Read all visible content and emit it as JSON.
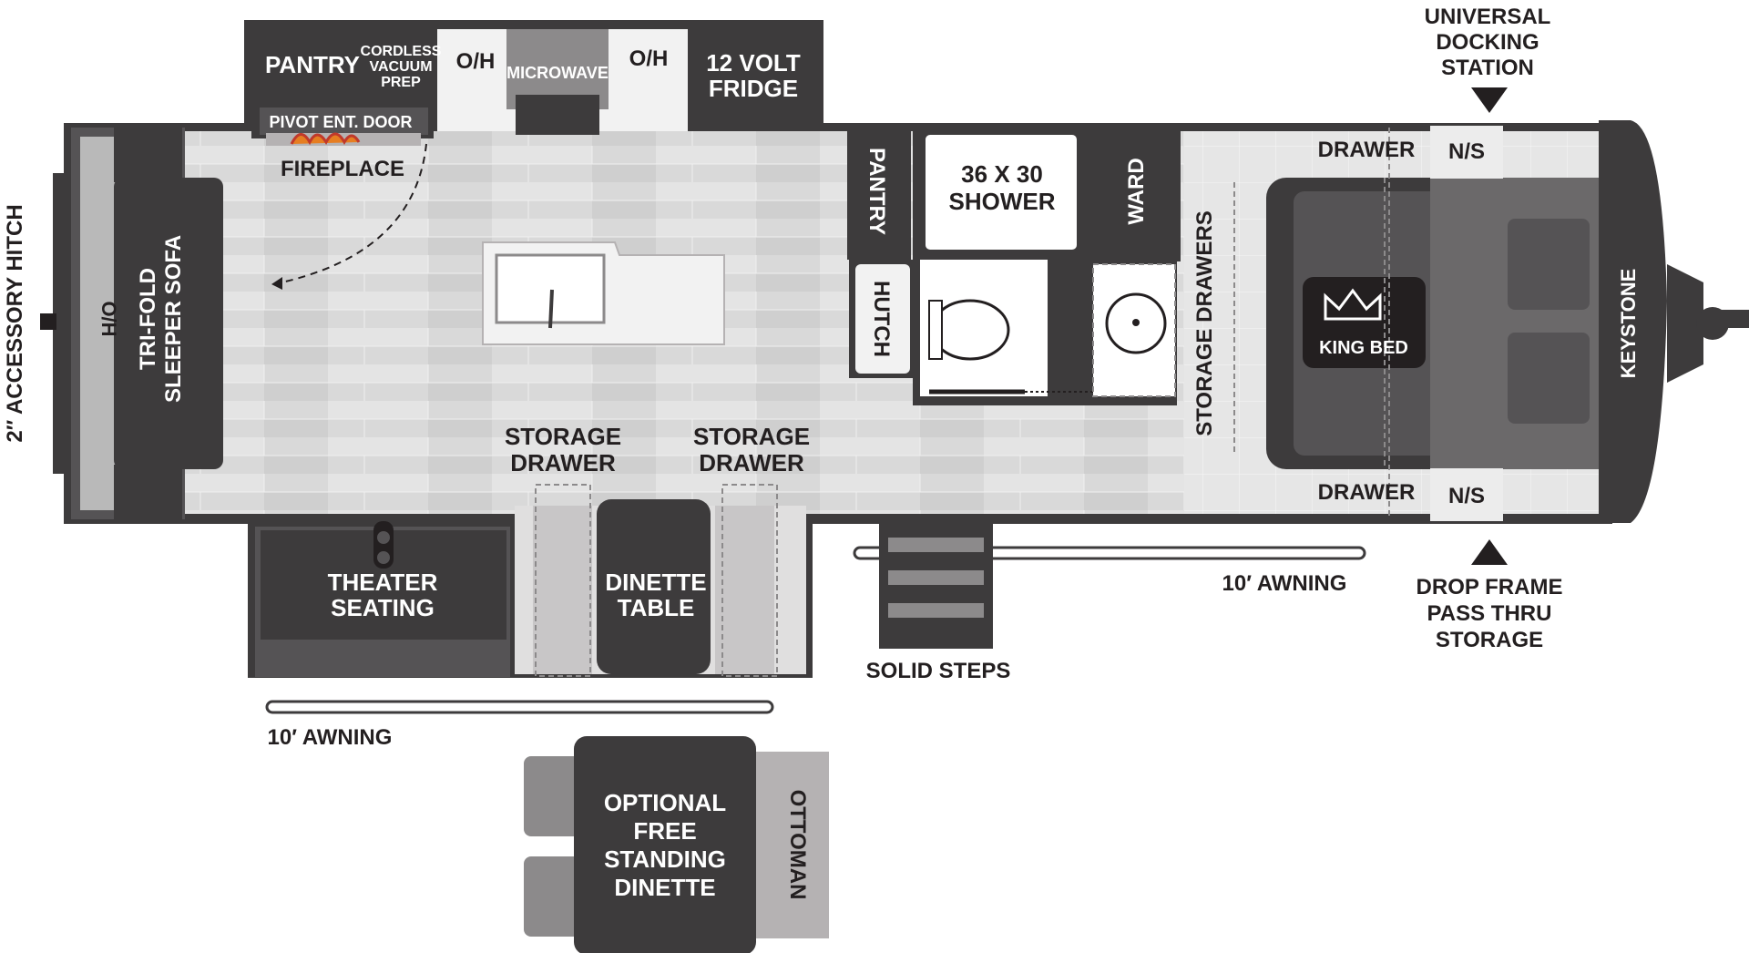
{
  "labels": {
    "universal_docking_1": "UNIVERSAL",
    "universal_docking_2": "DOCKING",
    "universal_docking_3": "STATION",
    "accessory_hitch": "2″ ACCESSORY HITCH",
    "pantry_top": "PANTRY",
    "cordless_1": "CORDLESS",
    "cordless_2": "VACUUM",
    "cordless_3": "PREP",
    "oh": "O/H",
    "microwave": "MICROWAVE",
    "fridge_1": "12 VOLT",
    "fridge_2": "FRIDGE",
    "pivot_door": "PIVOT ENT. DOOR",
    "fireplace": "FIREPLACE",
    "pantry_mid": "PANTRY",
    "hutch": "HUTCH",
    "shower_1": "36 X 30",
    "shower_2": "SHOWER",
    "ward": "WARD",
    "storage_drawers": "STORAGE DRAWERS",
    "drawer": "DRAWER",
    "ns": "N/S",
    "king_bed": "KING BED",
    "brand": "KEYSTONE",
    "sofa_1": "TRI-FOLD",
    "sofa_2": "SLEEPER SOFA",
    "storage_drawer_1": "STORAGE",
    "storage_drawer_2": "DRAWER",
    "theater_1": "THEATER",
    "theater_2": "SEATING",
    "dinette_1": "DINETTE",
    "dinette_2": "TABLE",
    "awning": "10′ AWNING",
    "solid_steps": "SOLID STEPS",
    "drop_1": "DROP FRAME",
    "drop_2": "PASS THRU",
    "drop_3": "STORAGE",
    "opt_1": "OPTIONAL",
    "opt_2": "FREE",
    "opt_3": "STANDING",
    "opt_4": "DINETTE",
    "ottoman": "OTTOMAN"
  },
  "colors": {
    "wall": "#3a3a3c",
    "dark": "#3d3b3c",
    "floor": "#dcdcdc",
    "light": "#f2f2f2",
    "ink": "#231f20"
  }
}
